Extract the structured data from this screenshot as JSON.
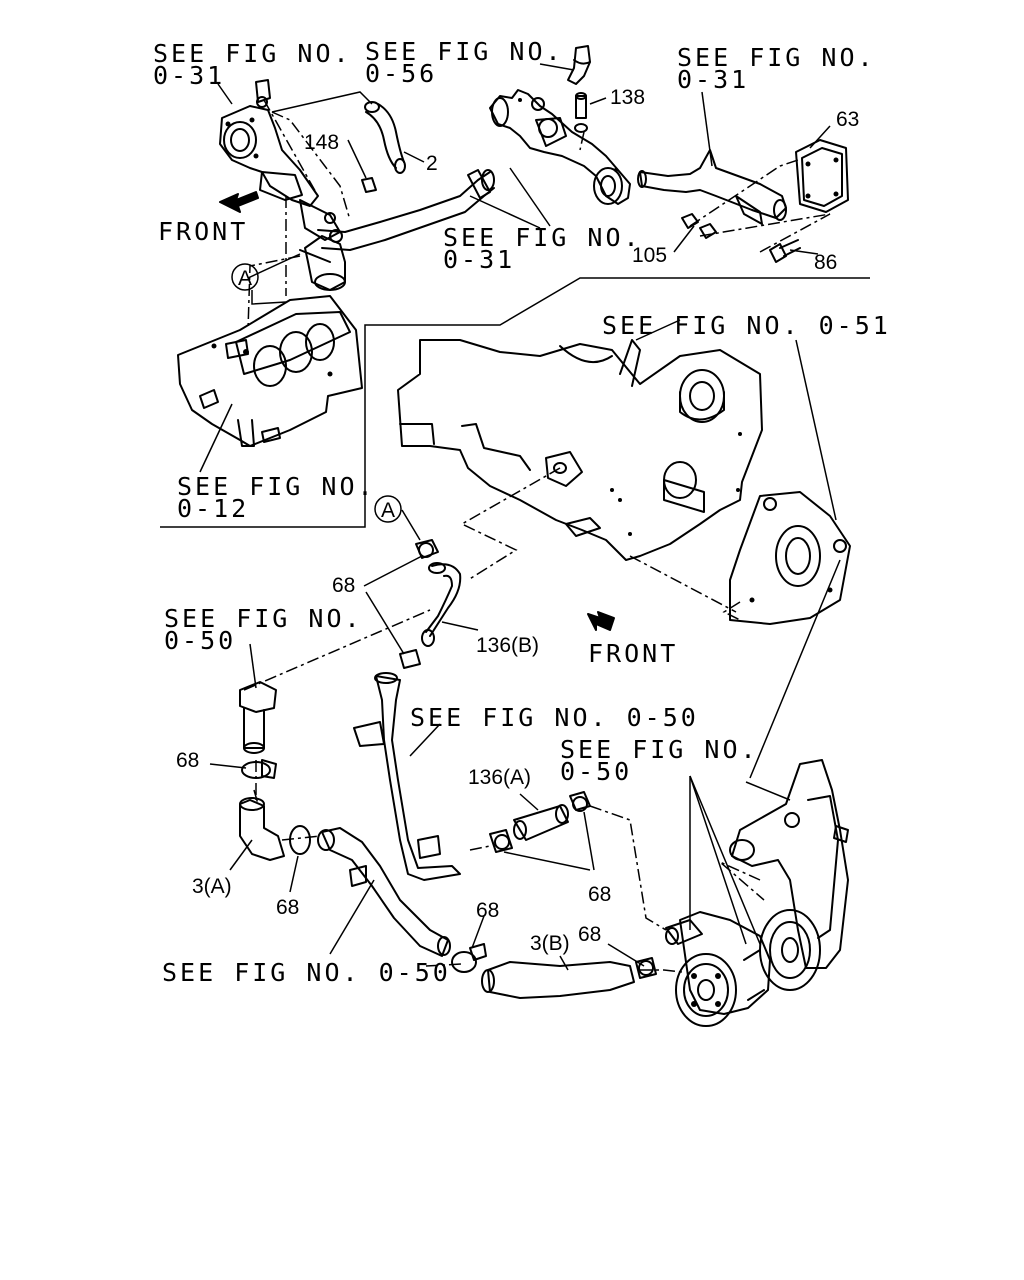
{
  "references": {
    "r1": [
      "SEE FIG NO.",
      "0-31"
    ],
    "r2": [
      "SEE FIG NO.",
      "0-56"
    ],
    "r3": [
      "SEE FIG NO.",
      "0-31"
    ],
    "r4": [
      "SEE FIG NO.",
      "0-31"
    ],
    "r5": [
      "SEE FIG NO. 0-51"
    ],
    "r6": [
      "SEE FIG NO.",
      "0-12"
    ],
    "r7": [
      "SEE FIG NO.",
      "0-50"
    ],
    "r8": [
      "SEE FIG NO. 0-50"
    ],
    "r9": [
      "SEE FIG NO.",
      "0-50"
    ],
    "r10": [
      "SEE FIG NO. 0-50"
    ]
  },
  "direction_labels": [
    "FRONT",
    "FRONT"
  ],
  "marker": "A",
  "part_numbers": {
    "p2": "2",
    "p148": "148",
    "p138": "138",
    "p63": "63",
    "p105": "105",
    "p86": "86",
    "p68a": "68",
    "p136b": "136(B)",
    "p68b": "68",
    "p136a": "136(A)",
    "p68c": "68",
    "p3a": "3(A)",
    "p68d": "68",
    "p68e": "68",
    "p3b": "3(B)",
    "p68f": "68"
  }
}
